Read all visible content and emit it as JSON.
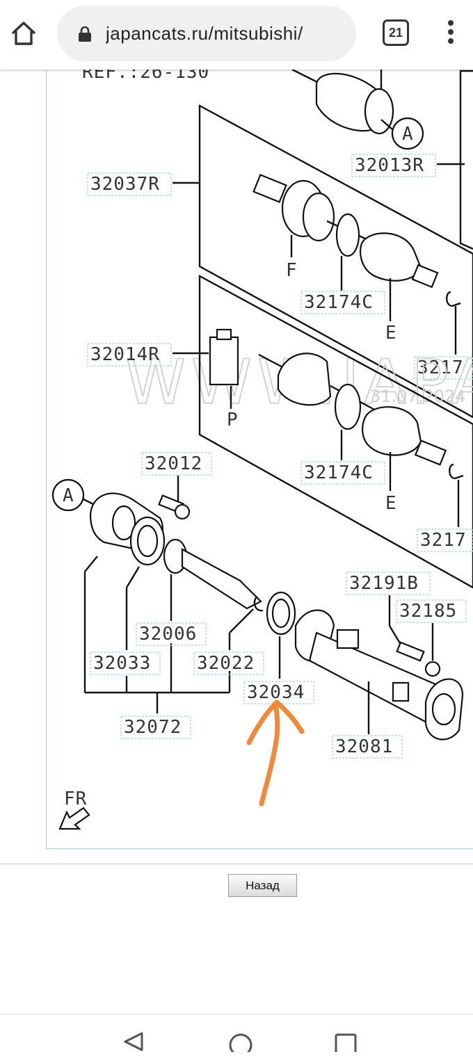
{
  "browser": {
    "url": "japancats.ru/mitsubishi/",
    "tab_count": "21",
    "icons": {
      "home": "home-icon",
      "lock": "lock-icon",
      "tabs": "tabs-icon",
      "menu": "more-vert-icon"
    }
  },
  "diagram": {
    "ref_label": "REF.:26-130",
    "labels": {
      "p32013R": "32013R",
      "p32037R": "32037R",
      "p32174C_top": "32174C",
      "p32014R": "32014R",
      "p32174C_mid": "32174C",
      "p3217_top": "3217",
      "p3217_bot": "3217",
      "p32012": "32012",
      "p32006": "32006",
      "p32033": "32033",
      "p32022": "32022",
      "p32034": "32034",
      "p32072": "32072",
      "p32191B": "32191B",
      "p32185": "32185",
      "p32081": "32081",
      "callout_A": "A",
      "callout_A2": "A",
      "F": "F",
      "E1": "E",
      "E2": "E",
      "P": "P",
      "fr": "FR"
    },
    "watermark": "WWW.JAPANC",
    "watermark_date": "31.07.2024",
    "annotation_color": "#f08a3a"
  },
  "page": {
    "back_button": "Назад"
  },
  "system_nav": {
    "icons": [
      "back-icon",
      "home-circle-icon",
      "recents-icon"
    ]
  }
}
